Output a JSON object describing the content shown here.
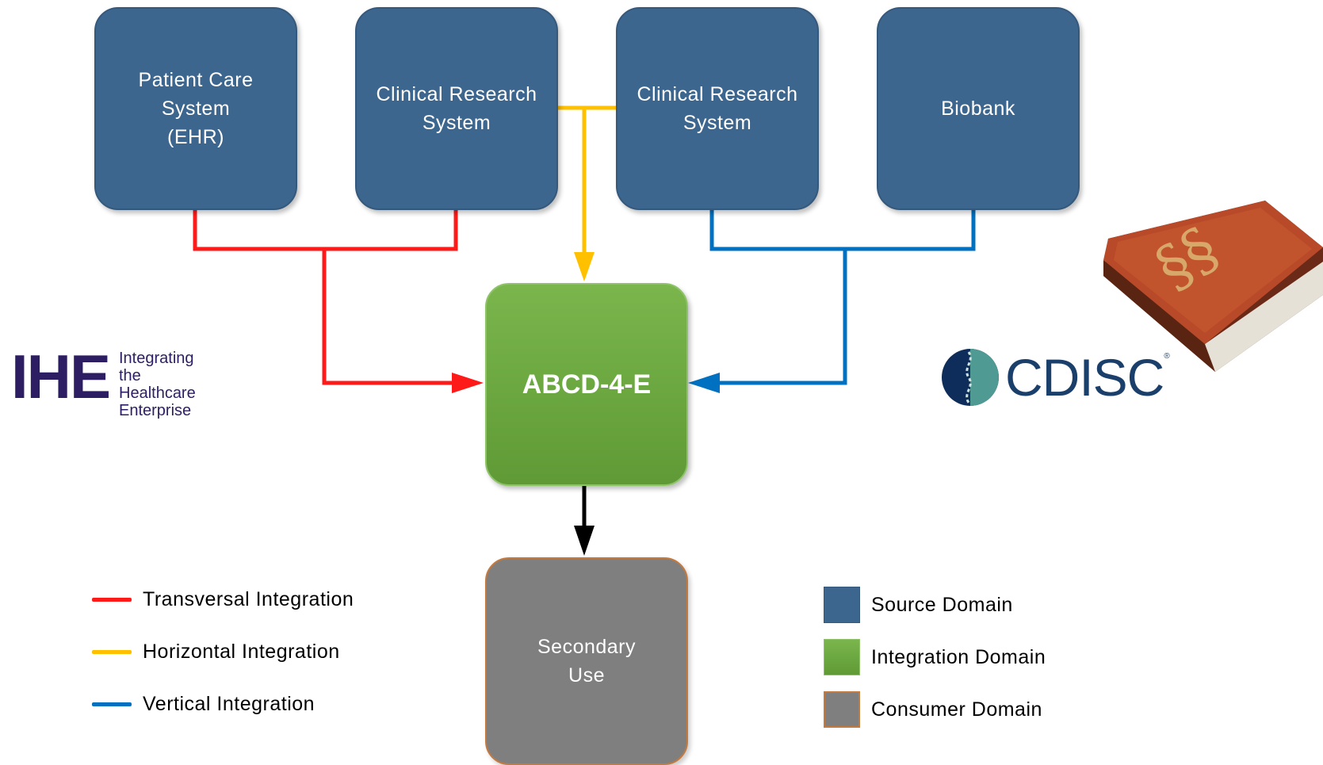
{
  "nodes": {
    "patient_care": "Patient Care\nSystem\n(EHR)",
    "clinical_research_1": "Clinical Research\nSystem",
    "clinical_research_2": "Clinical Research\nSystem",
    "biobank": "Biobank",
    "integration": "ABCD-4-E",
    "secondary_use": "Secondary\nUse"
  },
  "logos": {
    "ihe_mark": "IHE",
    "ihe_tagline": "Integrating\nthe Healthcare\nEnterprise",
    "cdisc": "CDISC"
  },
  "legend": {
    "lines": [
      {
        "label": "Transversal Integration",
        "color": "#ff1a1a"
      },
      {
        "label": "Horizontal Integration",
        "color": "#ffc000"
      },
      {
        "label": "Vertical Integration",
        "color": "#0070c0"
      }
    ],
    "domains": [
      {
        "label": "Source Domain",
        "color": "#3d668e"
      },
      {
        "label": "Integration Domain",
        "color": "#6aa842"
      },
      {
        "label": "Consumer Domain",
        "color": "#7f7f7f"
      }
    ]
  },
  "colors": {
    "transversal": "#ff1a1a",
    "horizontal": "#ffc000",
    "vertical": "#0070c0",
    "consumer_border": "#c47a3f"
  }
}
